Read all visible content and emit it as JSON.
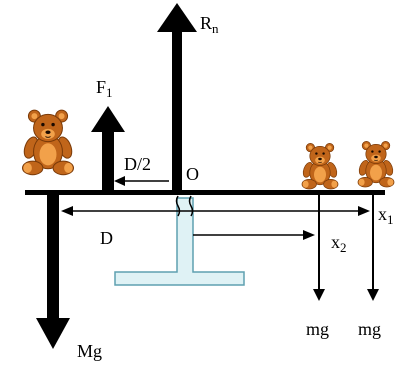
{
  "labels": {
    "normal_force": "R",
    "normal_force_sub": "n",
    "applied_force": "F",
    "applied_force_sub": "1",
    "half_distance": "D/2",
    "pivot": "O",
    "distance": "D",
    "distance_x1": "x",
    "distance_x1_sub": "1",
    "distance_x2": "x",
    "distance_x2_sub": "2",
    "weight_small_1": "mg",
    "weight_small_2": "mg",
    "weight_large": "Mg"
  },
  "colors": {
    "ink": "#000000",
    "stand_fill": "#dff2f5",
    "stand_stroke": "#5fa0b0",
    "bear_body": "#c0651a",
    "bear_dark": "#7a3a08",
    "bear_belly": "#f2a14a"
  },
  "icons": [
    "large-teddy-bear-icon",
    "small-teddy-bear-icon",
    "small-teddy-bear-icon"
  ]
}
